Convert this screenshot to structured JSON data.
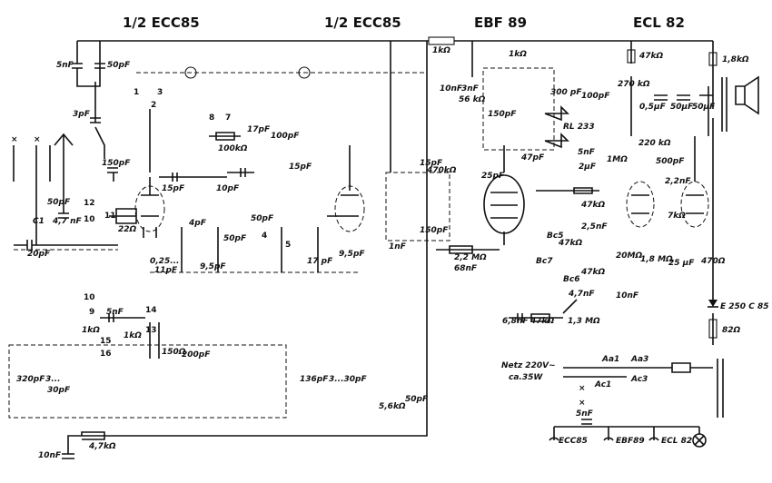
{
  "tubes": {
    "t1": "1/2 ECC85",
    "t2": "1/2 ECC85",
    "t3": "EBF 89",
    "t4": "ECL 82"
  },
  "mains": {
    "line1": "Netz 220V~",
    "line2": "ca.35W",
    "rectifier": "E 250 C 85",
    "r_supply": "82Ω",
    "filaments": [
      "ECC85",
      "EBF89",
      "ECL 82"
    ],
    "c_fil": "5nF",
    "sw": [
      "Aa1",
      "Aa3",
      "Ac1",
      "Ac3"
    ]
  },
  "comp": {
    "r1k": "1kΩ",
    "r1k_b": "1kΩ",
    "r1k8": "1,8kΩ",
    "r47k_top": "47kΩ",
    "r270k": "270 kΩ",
    "r220k": "220 kΩ",
    "r56k": "56 kΩ",
    "c5n": "5nF",
    "c50p": "50pF",
    "c3p": "3pF",
    "c150p_l": "150pF",
    "c50p_ant": "50pF",
    "c1": "C1",
    "c47n": "4,7 nF",
    "c20p": "20pF",
    "r22": "22Ω",
    "c15p_a": "15pF",
    "c10p": "10pF",
    "c17p": "17pF",
    "c100p_a": "100pF",
    "r100k": "100kΩ",
    "c15p_b": "15pF",
    "c4p": "4pF",
    "c025": "0,25...",
    "c11p": "11pF",
    "c95p": "9,5pF",
    "c50p_b": "50pF",
    "c50p_c": "50pF",
    "c17p_b": "17 pF",
    "c95p_b": "9,5pF",
    "c10n_a": "10nF",
    "c3n": "3nF",
    "c150p_b": "150pF",
    "c300p": "300 pF",
    "c100p_b": "100pF",
    "rl233": "RL 233",
    "c5n_b": "5nF",
    "c2u": "2µF",
    "c47p": "47pF",
    "c15p_c": "15pF",
    "r470k": "470kΩ",
    "c25p": "25pF",
    "c150p_c": "150pF",
    "c1n": "1nF",
    "r22m": "2,2 MΩ",
    "c68n": "68nF",
    "r47k_a": "47kΩ",
    "c25n": "2,5nF",
    "r47k_b": "47kΩ",
    "r47k_c": "47kΩ",
    "bc7": "Bc7",
    "bc6": "Bc6",
    "bc5": "Bc5",
    "c47n_b": "4,7nF",
    "c68n_b": "6,8nF",
    "r47k_d": "47kΩ",
    "r13m": "1,3 MΩ",
    "c10n_b": "10nF",
    "r1m": "1MΩ",
    "c500p": "500pF",
    "c22n": "2,2nF",
    "r7k": "7kΩ",
    "r20m": "20MΩ",
    "r18m": "1,8 MΩ",
    "c25u": "25 µF",
    "r470": "470Ω",
    "c05u": "0,5µF",
    "c50u_a": "50µF",
    "c50u_b": "50µF",
    "c5n_c": "5nF",
    "r1k_c": "1kΩ",
    "r150": "150Ω",
    "c200p": "200pF",
    "r1k_d": "1kΩ",
    "c320p": "320pF",
    "c3": "3...",
    "c30p": "30pF",
    "c136p": "136pF",
    "c330p": "3...30pF",
    "r56k_b": "5,6kΩ",
    "c50p_d": "50pF",
    "c10n_c": "10nF",
    "r47k_e": "4,7kΩ"
  },
  "pins": [
    "1",
    "2",
    "3",
    "8",
    "7",
    "12",
    "10",
    "11",
    "13",
    "14",
    "9",
    "15",
    "16",
    "4",
    "5",
    "10"
  ]
}
